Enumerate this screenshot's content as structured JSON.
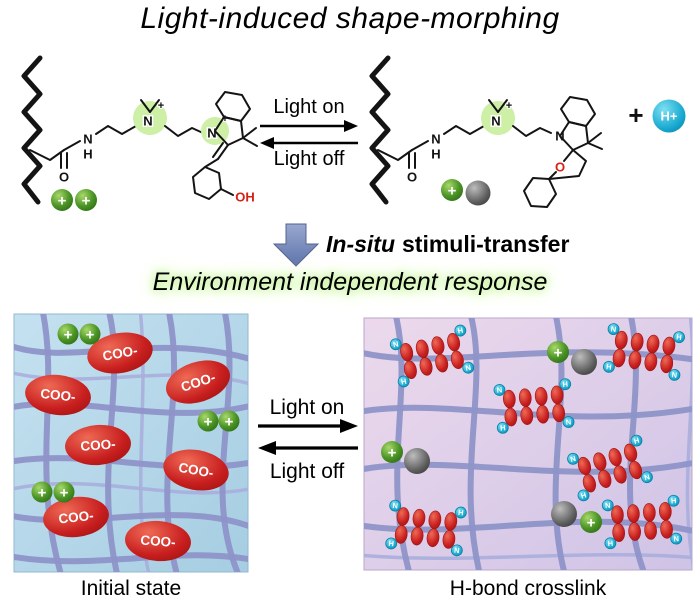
{
  "title": "Light-induced shape-morphing",
  "top_section": {
    "light_on": "Light on",
    "light_off": "Light off",
    "plus_sign": "+",
    "proton_label": "H+",
    "atoms": {
      "oxygen": "O",
      "nitrogen": "N",
      "hydrogen": "H",
      "hydroxyl": "OH",
      "plus": "+"
    }
  },
  "transfer_arrow": {
    "in_situ": "In-situ",
    "label": "stimuli-transfer"
  },
  "subtitle": "Environment independent response",
  "bottom_section": {
    "light_on": "Light on",
    "light_off": "Light off",
    "left_panel_label": "Initial state",
    "right_panel_label": "H-bond crosslink",
    "carboxylate_label": "COO-",
    "plus": "+",
    "hbond_n": "N",
    "hbond_h": "H"
  },
  "colors": {
    "charge_green": "#4c9426",
    "highlight_green": "#cdefa6",
    "carboxylate_red": "#c81f1f",
    "proton_cyan": "#17a8d0",
    "network_purple": "#8e94c8",
    "panel_left_bg": "#b6d8ea",
    "panel_right_bg": "#ddcbe6",
    "transfer_arrow_blue": "#7186bd"
  }
}
